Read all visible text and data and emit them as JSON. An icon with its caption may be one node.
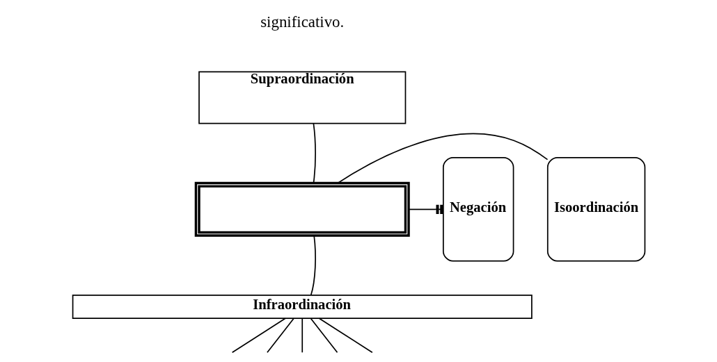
{
  "diagram": {
    "nodes": [
      {
        "text": [
          "Supraordinación"
        ]
      },
      {
        "text": [],
        "shape": "box"
      },
      {
        "text": [
          "Isoordinación"
        ]
      },
      {
        "text": [
          "Negación"
        ]
      },
      {
        "text": [
          "Infraordinación"
        ]
      }
    ],
    "edges": [
      {
        "from": 1,
        "to": 0,
        "arrow": "none"
      },
      {
        "from": 2,
        "to": 1,
        "arrow": "none"
      },
      {
        "from": 1,
        "to": 3,
        "arrow": "other"
      },
      {
        "from": 1,
        "to": 4,
        "arrow": "none"
      },
      {
        "from": 4,
        "to": null,
        "arrow": "none"
      },
      {
        "from": 4,
        "to": null,
        "arrow": "none"
      },
      {
        "from": 4,
        "to": null,
        "arrow": "none"
      },
      {
        "from": 4,
        "to": null,
        "arrow": "none"
      },
      {
        "from": 4,
        "to": null,
        "arrow": "none"
      }
    ],
    "labels": [
      "significativo."
    ]
  }
}
